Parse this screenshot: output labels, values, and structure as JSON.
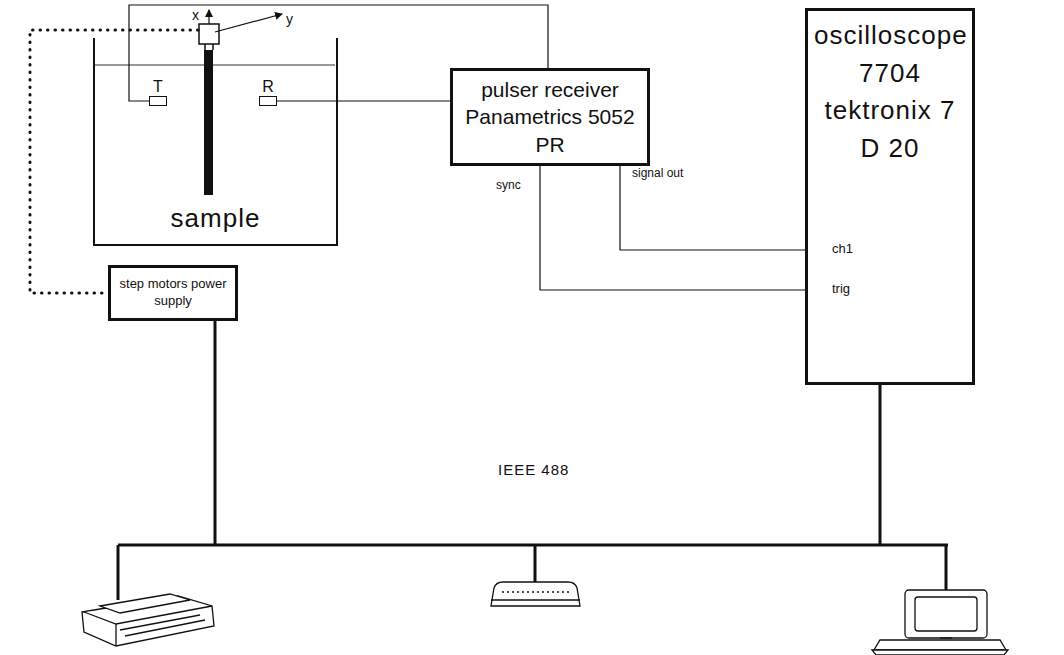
{
  "diagram": {
    "nodes": [
      {
        "text": [
          "sample"
        ]
      },
      {
        "text": [
          "T"
        ],
        "in": 0
      },
      {
        "text": [
          "R"
        ],
        "in": 0
      },
      {
        "text": [
          "pulser receiver Panametrics 5052 PR"
        ]
      },
      {
        "text": [
          "oscilloscope 7704 tektronix 7 D 20"
        ]
      },
      {
        "text": [
          "step motors power supply"
        ]
      }
    ],
    "edges": [
      {
        "from": 1,
        "to": 3,
        "arrow": "none"
      },
      {
        "from": 2,
        "to": 3,
        "arrow": "none"
      },
      {
        "from": 3,
        "to": 4,
        "label": "signal out",
        "arrow": "none"
      },
      {
        "from": 3,
        "to": 4,
        "label": "sync",
        "arrow": "none"
      }
    ],
    "labels": [
      "x",
      "y",
      "ch1",
      "trig",
      "IEEE 488"
    ]
  }
}
